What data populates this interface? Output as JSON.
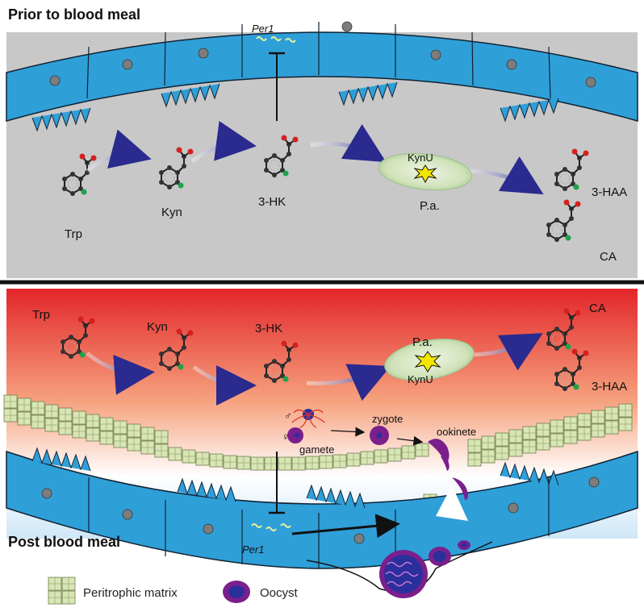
{
  "top_panel": {
    "title": "Prior to blood meal",
    "gene": "Per1",
    "molecules": {
      "trp": "Trp",
      "kyn": "Kyn",
      "hk": "3-HK",
      "haa": "3-HAA",
      "ca": "CA"
    },
    "bacterium": {
      "name": "P.a.",
      "enzyme": "KynU"
    }
  },
  "bottom_panel": {
    "title": "Post blood meal",
    "gene": "Per1",
    "molecules": {
      "trp": "Trp",
      "kyn": "Kyn",
      "hk": "3-HK",
      "haa": "3-HAA",
      "ca": "CA"
    },
    "bacterium": {
      "name": "P.a.",
      "enzyme": "KynU"
    },
    "parasite": {
      "male_symbol": "♂",
      "female_symbol": "♀",
      "gamete": "gamete",
      "zygote": "zygote",
      "ookinete": "ookinete"
    }
  },
  "legend": {
    "peritrophic_matrix": "Peritrophic matrix",
    "oocyst": "Oocyst"
  },
  "colors": {
    "epithelium": "#2f9fd8",
    "nucleus": "#7d7d7d",
    "lumen_top": "#c8c8c8",
    "blood_red": "#e0342a",
    "matrix_tile": "#d7e6b4",
    "oocyst_outer": "#7a1f8c",
    "oocyst_inner": "#2b2f9c",
    "arrow": "#2a2a8f"
  }
}
